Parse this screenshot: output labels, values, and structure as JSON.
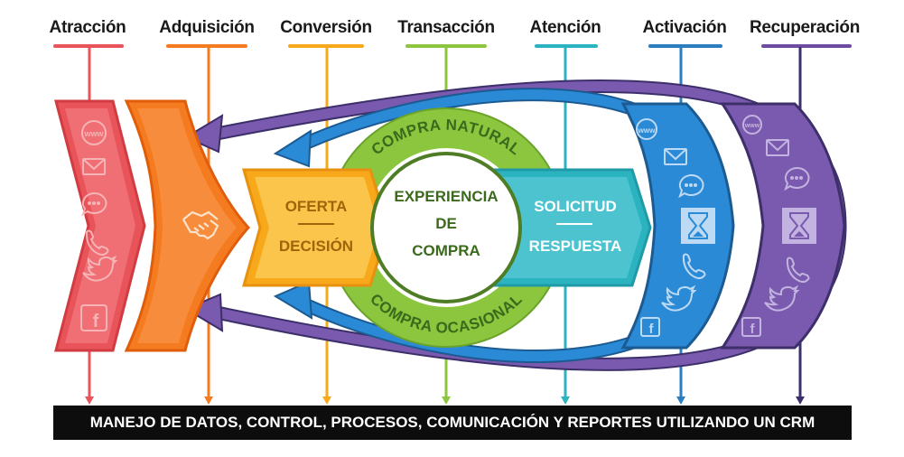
{
  "stages": [
    {
      "label": "Atracción",
      "color": "#e8545a"
    },
    {
      "label": "Adquisición",
      "color": "#f47b20"
    },
    {
      "label": "Conversión",
      "color": "#f7a81b"
    },
    {
      "label": "Transacción",
      "color": "#8cc63f"
    },
    {
      "label": "Atención",
      "color": "#2bb3c0"
    },
    {
      "label": "Activación",
      "color": "#2b7ec1"
    },
    {
      "label": "Recuperación",
      "color": "#6d4c9f"
    }
  ],
  "center": {
    "title_lines": [
      "EXPERIENCIA",
      "DE",
      "COMPRA"
    ],
    "top_arc": "COMPRA NATURAL",
    "bottom_arc": "COMPRA OCASIONAL"
  },
  "left_box": {
    "line1": "OFERTA",
    "line2": "DECISIÓN"
  },
  "right_box": {
    "line1": "SOLICITUD",
    "line2": "RESPUESTA"
  },
  "footer": "MANEJO DE DATOS, CONTROL, PROCESOS, COMUNICACIÓN Y REPORTES UTILIZANDO UN CRM",
  "icons": {
    "left_column": [
      "www-icon",
      "mail-icon",
      "chat-icon",
      "phone-icon",
      "twitter-icon",
      "facebook-icon"
    ],
    "handshake": "handshake-icon",
    "right_columns": [
      "www-icon",
      "mail-icon",
      "chat-icon",
      "hourglass-icon",
      "phone-icon",
      "twitter-icon",
      "facebook-icon"
    ],
    "www_text": "www",
    "facebook_text": "f"
  }
}
